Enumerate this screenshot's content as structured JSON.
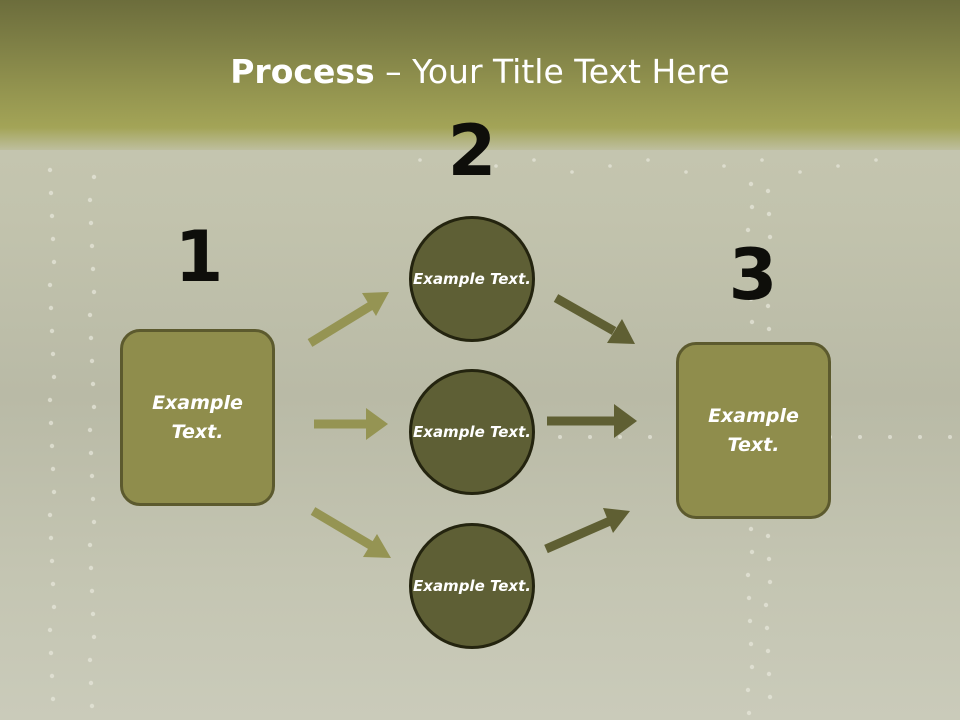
{
  "title": {
    "bold": "Process",
    "rest": " – Your Title Text Here"
  },
  "steps": [
    "1",
    "2",
    "3"
  ],
  "left_box": {
    "text": "Example Text."
  },
  "circles": [
    {
      "text": "Example Text."
    },
    {
      "text": "Example Text."
    },
    {
      "text": "Example Text."
    }
  ],
  "right_box": {
    "text": "Example Text."
  },
  "colors": {
    "box_fill": "#8f8d4c",
    "circle_fill": "#5e5f35",
    "left_arrows": "#959453",
    "right_arrows": "#5f5f33",
    "header": "#7f8046"
  }
}
